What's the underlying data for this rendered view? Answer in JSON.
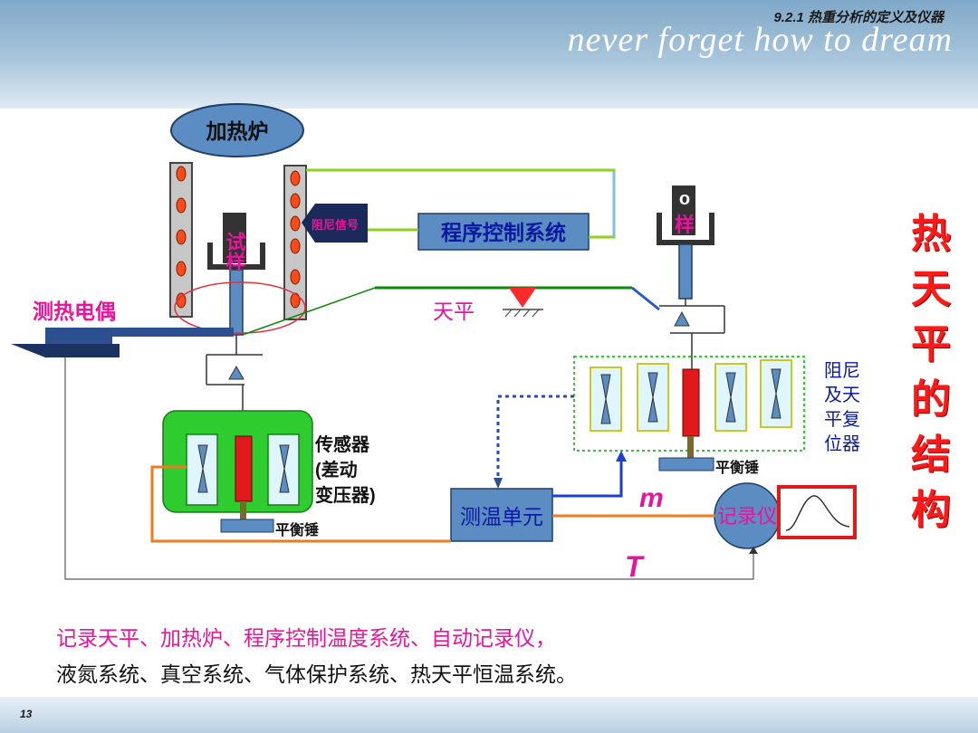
{
  "header": {
    "section_title": "9.2.1 热重分析的定义及仪器",
    "slogan": "never forget   how to dream"
  },
  "page_number": "13",
  "title_vertical": "热天平的结构",
  "diagram": {
    "furnace": "加热炉",
    "sample_left": "试样",
    "sample_right": "o样",
    "damping_signal": "阻尼信号",
    "program_control": "程序控制系统",
    "thermocouple": "测热电偶",
    "balance": "天平",
    "sensor": "传感器(差动变压器)",
    "counterweight_left": "平衡锤",
    "counterweight_right": "平衡锤",
    "damping_reset": "阻尼及天平复位器",
    "temp_unit": "测温单元",
    "recorder": "记录仪",
    "mass_symbol": "m",
    "temp_symbol": "T"
  },
  "notes": {
    "line1": "记录天平、加热炉、程序控制温度系统、自动记录仪，",
    "line2": "液氮系统、真空系统、气体保护系统、热天平恒温系统。"
  },
  "colors": {
    "blue_box": "#5b8cc2",
    "magenta": "#e8149b",
    "red": "#ff1a1a",
    "green": "#2ecc2e",
    "wire_green": "#7dc227",
    "orange": "#f07b1f"
  }
}
